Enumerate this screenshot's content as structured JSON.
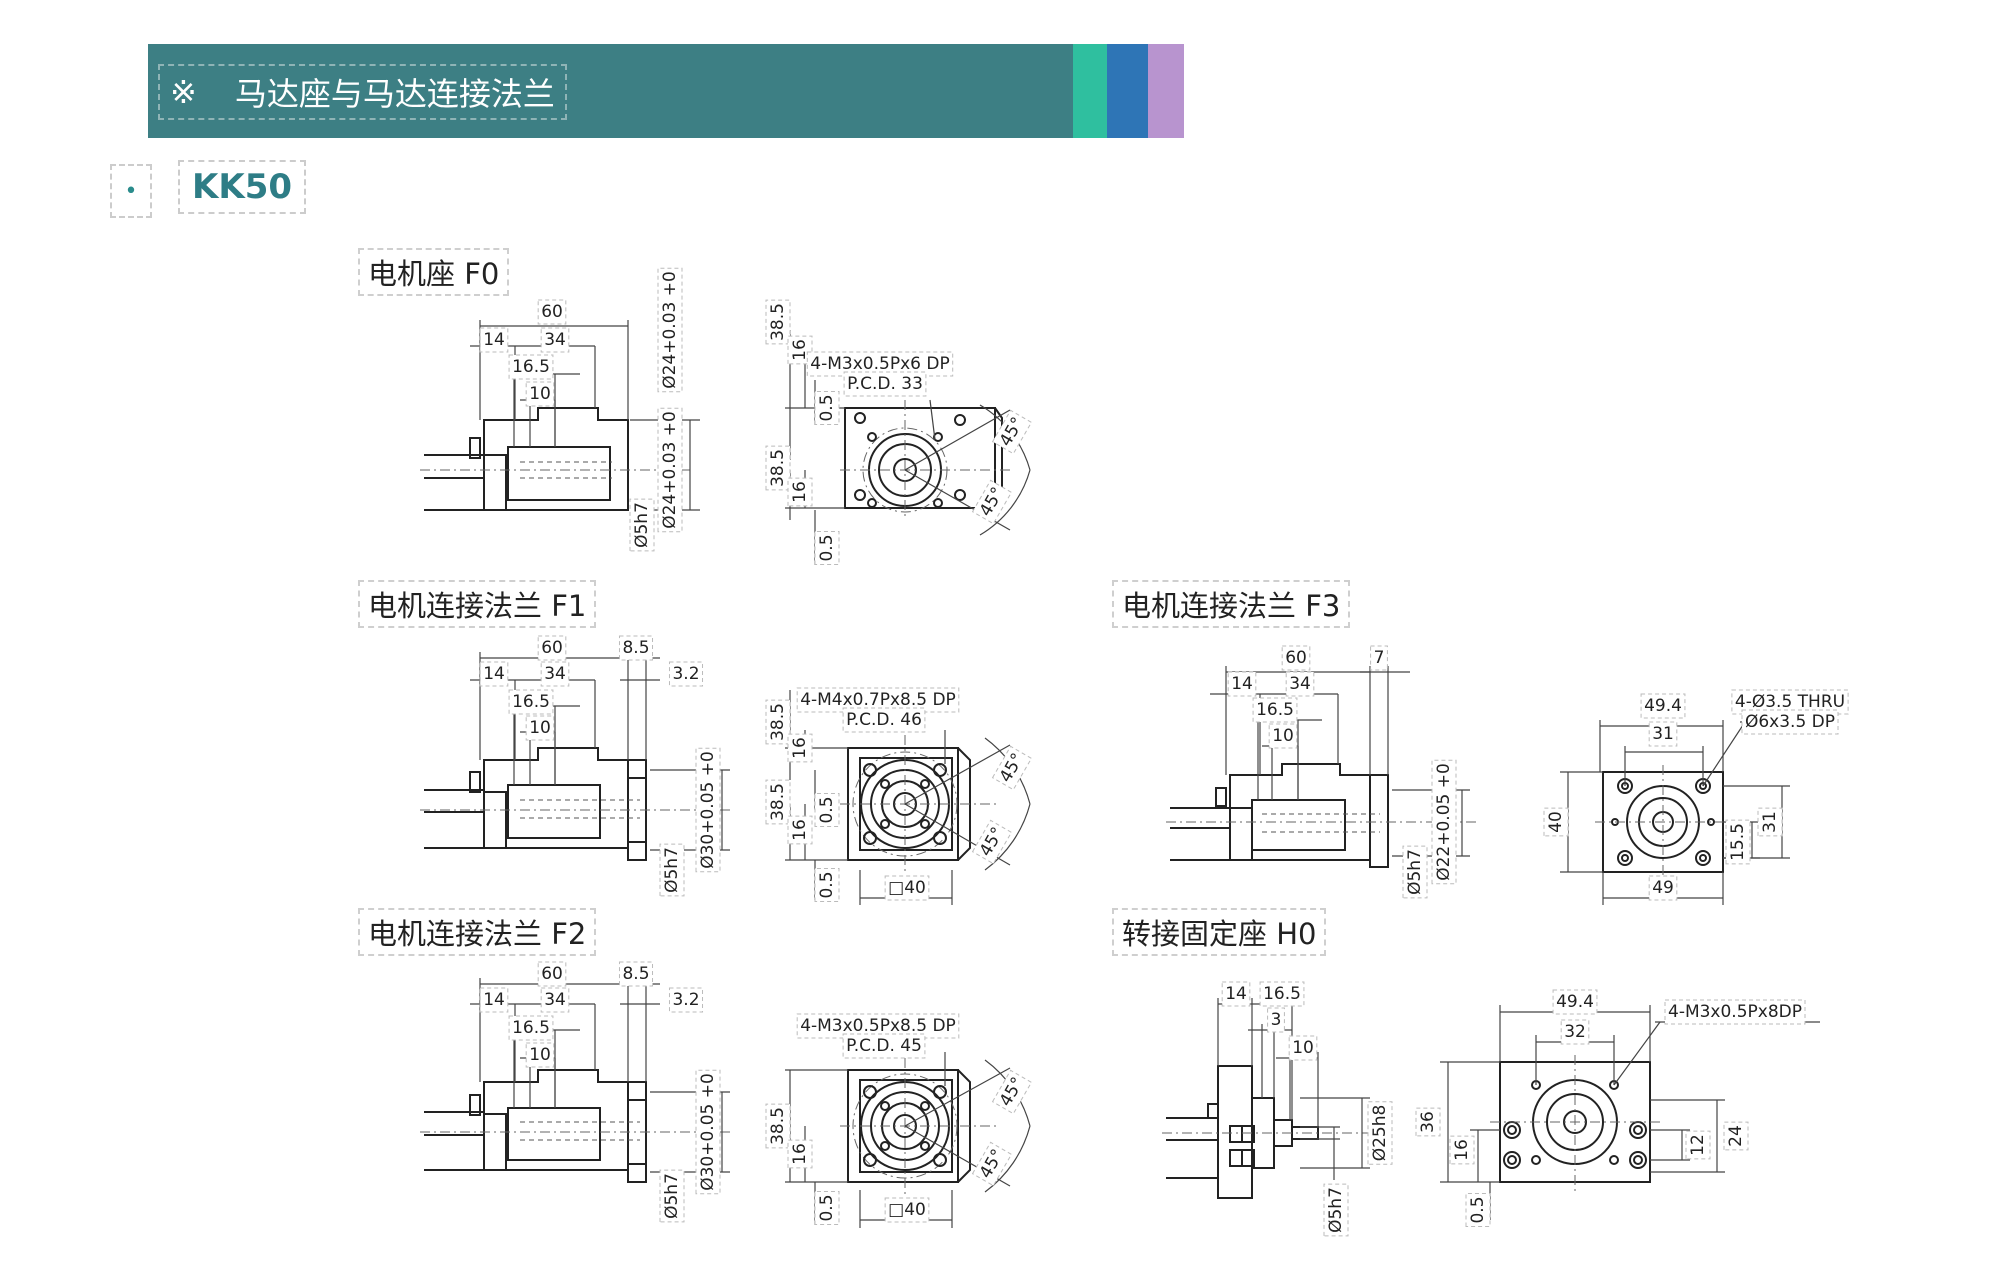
{
  "banner": {
    "mark": "※",
    "title": "马达座与马达连接法兰"
  },
  "bullet": "•",
  "model": "KK50",
  "sections": {
    "f0": {
      "title": "电机座 F0",
      "side": [
        "60",
        "14",
        "34",
        "16.5",
        "10"
      ],
      "side_right": [
        "Ø24+0.03 +0",
        "Ø24+0.03 +0",
        "Ø5h7"
      ],
      "front": [
        "38.5",
        "16",
        "0.5",
        "38.5",
        "16",
        "0.5"
      ],
      "front_note": [
        "4-M3x0.5Px6 DP",
        "P.C.D. 33"
      ],
      "angles": [
        "45°",
        "45°"
      ]
    },
    "f1": {
      "title": "电机连接法兰 F1",
      "side": [
        "60",
        "8.5",
        "14",
        "34",
        "3.2",
        "16.5",
        "10"
      ],
      "side_right": [
        "Ø30+0.05 +0",
        "Ø5h7"
      ],
      "front": [
        "38.5",
        "16",
        "38.5",
        "0.5",
        "16",
        "0.5"
      ],
      "front_note": [
        "4-M4x0.7Px8.5 DP",
        "P.C.D. 46"
      ],
      "angles": [
        "45°",
        "45°"
      ],
      "square": "□40"
    },
    "f2": {
      "title": "电机连接法兰 F2",
      "side": [
        "60",
        "8.5",
        "14",
        "34",
        "3.2",
        "16.5",
        "10"
      ],
      "side_right": [
        "Ø30+0.05 +0",
        "Ø5h7"
      ],
      "front": [
        "38.5",
        "16",
        "0.5"
      ],
      "front_note": [
        "4-M3x0.5Px8.5 DP",
        "P.C.D. 45"
      ],
      "angles": [
        "45°",
        "45°"
      ],
      "square": "□40"
    },
    "f3": {
      "title": "电机连接法兰 F3",
      "side": [
        "60",
        "7",
        "14",
        "34",
        "16.5",
        "10"
      ],
      "side_right": [
        "Ø22+0.05 +0",
        "Ø5h7"
      ],
      "front": [
        "49.4",
        "31",
        "40",
        "15.5",
        "31",
        "49"
      ],
      "front_note": [
        "4-Ø3.5 THRU",
        "Ø6x3.5 DP"
      ]
    },
    "h0": {
      "title": "转接固定座 H0",
      "side": [
        "14",
        "16.5",
        "3",
        "10"
      ],
      "side_right": [
        "Ø25h8",
        "Ø5h7"
      ],
      "front": [
        "49.4",
        "32",
        "36",
        "16",
        "0.5",
        "12",
        "24"
      ],
      "front_note": [
        "4-M3x0.5Px8DP"
      ]
    }
  }
}
